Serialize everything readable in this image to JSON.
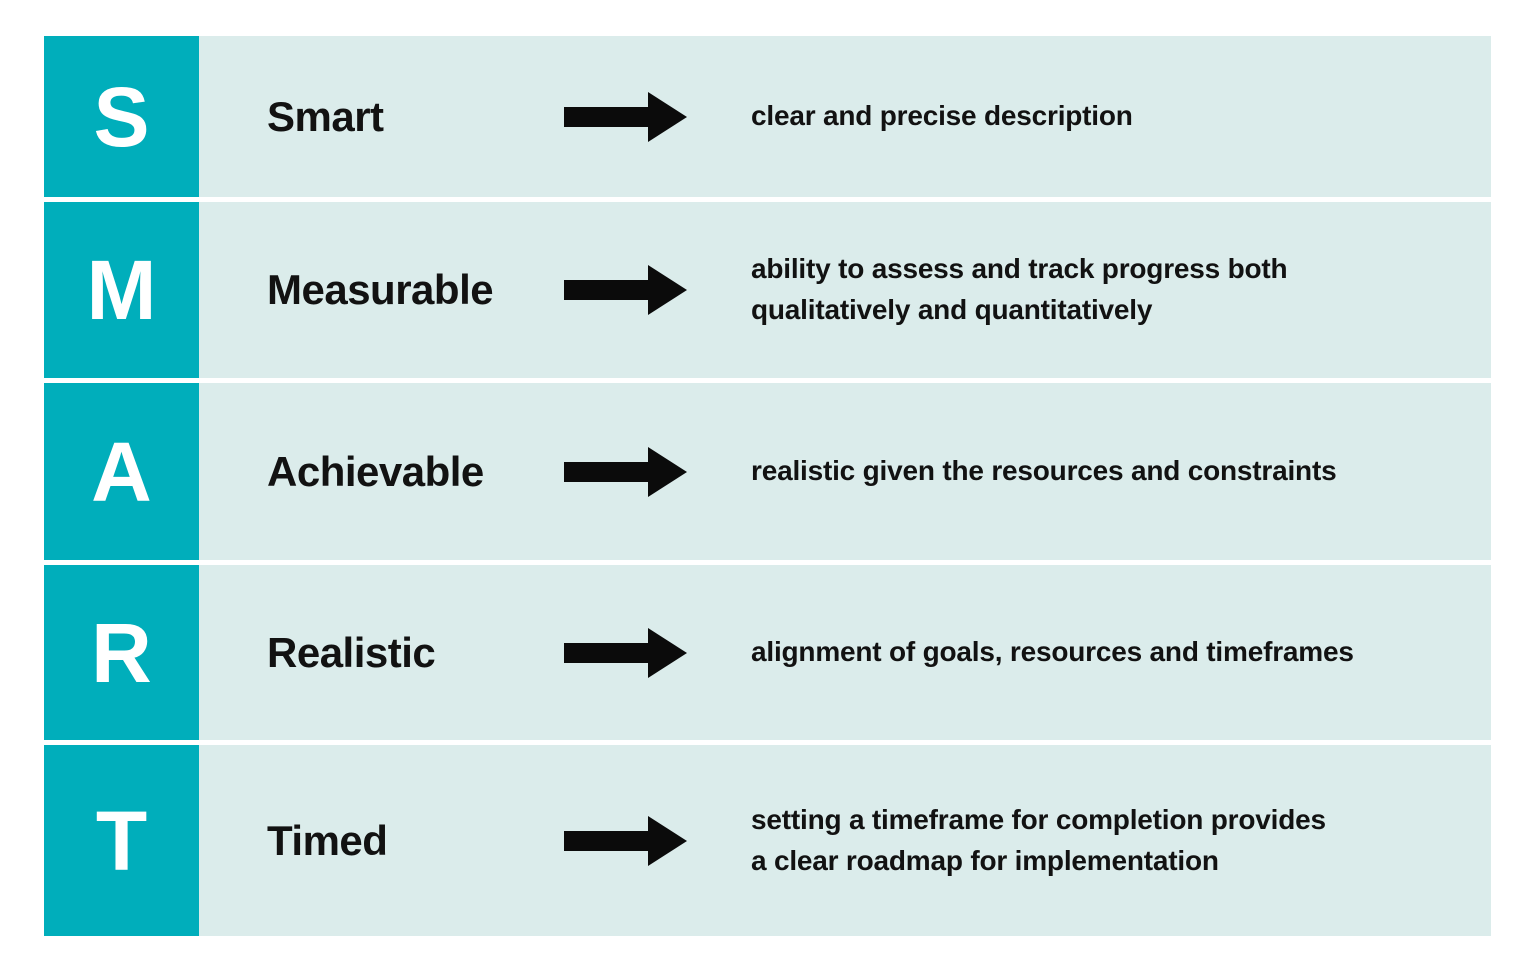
{
  "title": "SMART goals diagram",
  "colors": {
    "letter_box_bg": "#00aebb",
    "row_bg": "#dbeceb",
    "letter_text": "#ffffff",
    "body_text": "#121212",
    "arrow": "#0b0b0b",
    "page_bg": "#ffffff"
  },
  "rows": [
    {
      "letter": "S",
      "term": "Smart",
      "lines": [
        "clear and precise description"
      ]
    },
    {
      "letter": "M",
      "term": "Measurable",
      "lines": [
        "ability to assess and track progress both",
        "qualitatively and quantitatively"
      ]
    },
    {
      "letter": "A",
      "term": "Achievable",
      "lines": [
        "realistic given the resources and constraints"
      ]
    },
    {
      "letter": "R",
      "term": "Realistic",
      "lines": [
        "alignment of goals, resources and timeframes"
      ]
    },
    {
      "letter": "T",
      "term": "Timed",
      "lines": [
        "setting a timeframe for completion provides",
        "a clear roadmap for implementation"
      ]
    }
  ]
}
